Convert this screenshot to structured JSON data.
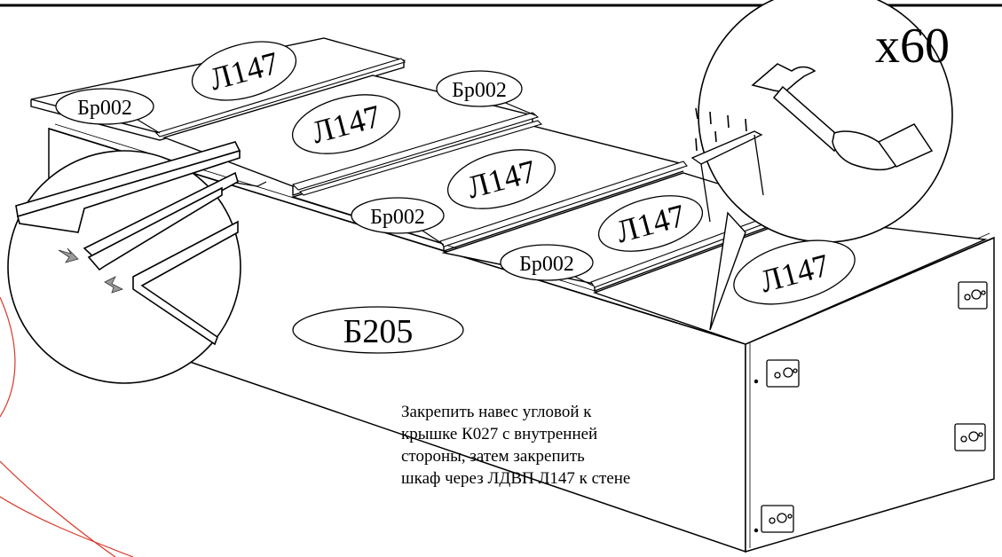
{
  "diagram": {
    "quantity": "x60",
    "part_labels": {
      "board_big": "Л147",
      "strip": "Бр002",
      "body": "Б205"
    },
    "note_lines": [
      "Закрепить навес угловой к",
      "крышке К027 с внутренней",
      "стороны, затем закрепить",
      "шкаф через ЛДВП Л147 к стене"
    ],
    "icons": [
      "hammer-icon",
      "nail-icon",
      "mounting-bracket-icon",
      "callout-arrow-icon"
    ],
    "colors": {
      "line": "#000000",
      "guide_curve": "#d9382a",
      "arrow_fill": "#9a9a9a"
    }
  }
}
